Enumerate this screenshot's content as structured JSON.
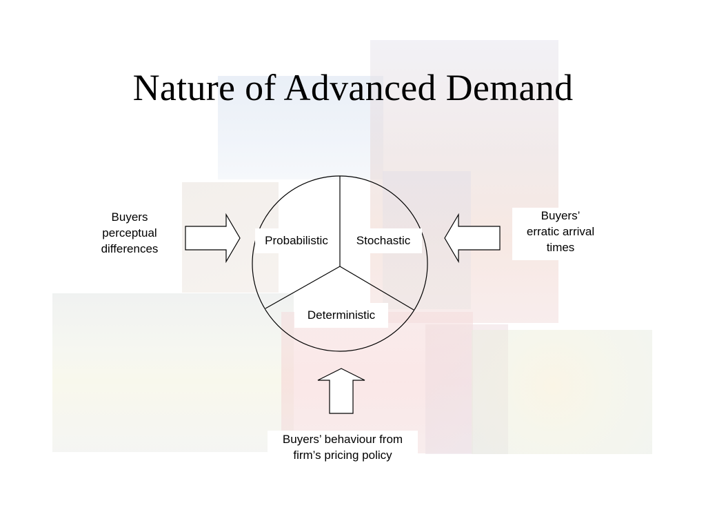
{
  "slide": {
    "title": "Nature of Advanced Demand"
  },
  "diagram": {
    "segments": {
      "probabilistic": "Probabilistic",
      "stochastic": "Stochastic",
      "deterministic": "Deterministic"
    },
    "inputs": {
      "left": [
        "Buyers",
        "perceptual",
        "differences"
      ],
      "right": [
        "Buyers’",
        "erratic arrival",
        "times"
      ],
      "bottom": [
        "Buyers’ behaviour from",
        "firm’s pricing policy"
      ]
    }
  }
}
